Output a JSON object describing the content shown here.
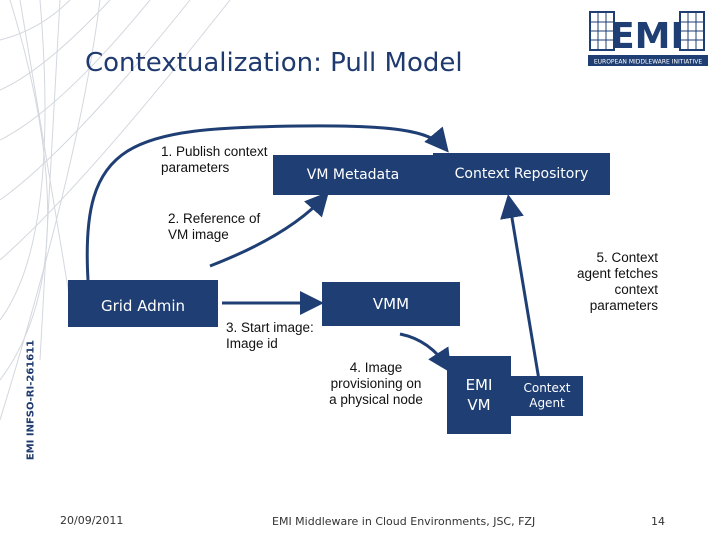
{
  "slide": {
    "title": "Contextualization: Pull Model",
    "sidebar_text": "EMI INFSO-RI-261611",
    "footer": {
      "date": "20/09/2011",
      "center": "EMI Middleware in Cloud Environments, JSC, FZJ",
      "page": "14"
    }
  },
  "logo": {
    "letters": "EMI",
    "caption": "EUROPEAN MIDDLEWARE INITIATIVE"
  },
  "diagram": {
    "boxes": {
      "vm_metadata": "VM Metadata",
      "context_repository": "Context Repository",
      "grid_admin": "Grid Admin",
      "vmm": "VMM",
      "emi_vm_line1": "EMI",
      "emi_vm_line2": "VM",
      "context_agent_line1": "Context",
      "context_agent_line2": "Agent"
    },
    "labels": {
      "publish_1": "1. Publish context",
      "publish_2": "parameters",
      "reference_1": "2. Reference of",
      "reference_2": "VM image",
      "start_1": "3. Start image:",
      "start_2": "Image id",
      "provision_1": "4. Image",
      "provision_2": "provisioning on",
      "provision_3": "a physical node",
      "fetch_1": "5. Context",
      "fetch_2": "agent fetches",
      "fetch_3": "context",
      "fetch_4": "parameters"
    }
  },
  "colors": {
    "box_fill": "#1f3f74",
    "title": "#1f3a6e",
    "arrow": "#1f3f74"
  }
}
